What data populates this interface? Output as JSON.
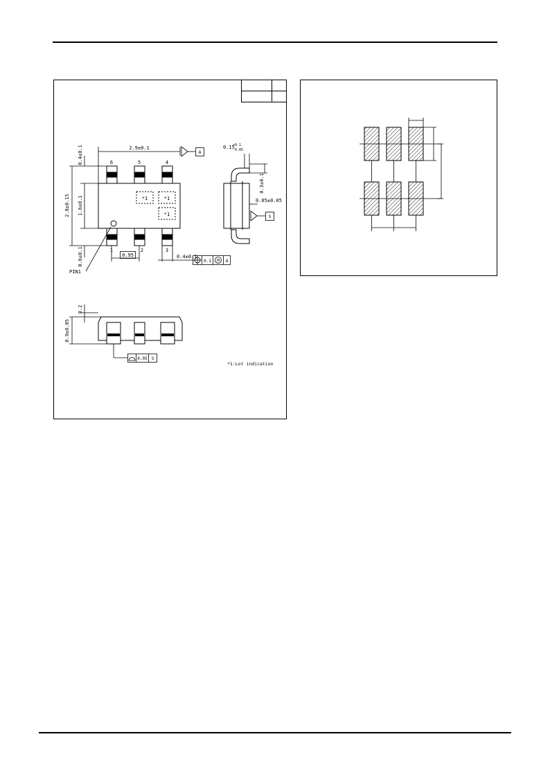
{
  "package_drawing": {
    "dim_length": "2.9±0.1",
    "dim_lead_top": "0.4±0.1",
    "dim_height_total": "2.8±0.15",
    "dim_body_width": "1.6±0.1",
    "dim_lead_bottom": "0.6±0.1",
    "dim_pitch": "0.95",
    "dim_lead_width": "0.4±0.1",
    "datum_a": "A",
    "datum_s": "S",
    "position_tolerance": "0.1",
    "mmc_symbol": "M",
    "pin1_label": "PIN1",
    "pins_top": [
      "6",
      "5",
      "4"
    ],
    "pins_bottom": [
      "1",
      "2",
      "3"
    ],
    "marks": [
      "*1",
      "*1",
      "*1"
    ],
    "dim_lead_thickness": "0.15",
    "dim_lead_thickness_tol_plus": "+0.1",
    "dim_lead_thickness_tol_minus": "-0.05",
    "dim_foot_length": "0.3±0.1",
    "dim_coplanarity": "0.05±0.05",
    "dim_standoff": "0.2",
    "dim_body_height": "0.9±0.05",
    "flatness_tolerance": "0.05",
    "note": "*1:Lot indication"
  }
}
